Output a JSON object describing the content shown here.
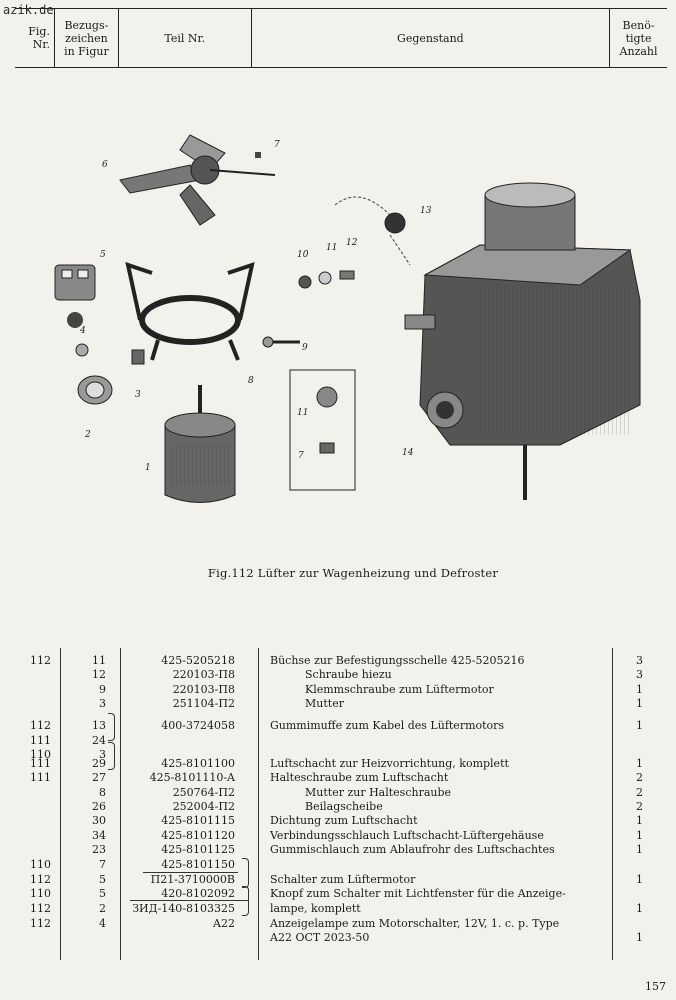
{
  "watermark": "azik.de",
  "header": {
    "fig_nr": "Fig.\nNr.",
    "bezug": "Bezugs-\nzeichen\nin Figur",
    "teil": "Teil Nr.",
    "gegenstand": "Gegenstand",
    "anzahl": "Benö-\ntigte\nAnzahl"
  },
  "figure": {
    "caption": "Fig.112  Lüfter zur Wagenheizung und Defroster",
    "callouts": [
      "1",
      "2",
      "3",
      "4",
      "5",
      "6",
      "7",
      "8",
      "9",
      "10",
      "11",
      "12",
      "13",
      "14",
      "11",
      "7"
    ]
  },
  "rows": [
    {
      "fig": "112",
      "bez": "11",
      "teil": "425-5205218",
      "gg": "Büchse zur Befestigungsschelle 425-5205216",
      "qty": "3"
    },
    {
      "fig": "",
      "bez": "12",
      "teil": "220103-П8",
      "gg": "Schraube hiezu",
      "qty": "3",
      "ind": true
    },
    {
      "fig": "",
      "bez": "9",
      "teil": "220103-П8",
      "gg": "Klemmschraube zum Lüftermotor",
      "qty": "1",
      "ind": true
    },
    {
      "fig": "",
      "bez": "3",
      "teil": "251104-П2",
      "gg": "Mutter",
      "qty": "1",
      "ind": true
    },
    {
      "fig": "112",
      "bez": "13",
      "teil": "400-3724058",
      "gg": "Gummimuffe zum Kabel des Lüftermotors",
      "qty": "1"
    },
    {
      "fig": "111",
      "bez": "24",
      "teil": "",
      "gg": "",
      "qty": ""
    },
    {
      "fig": "110",
      "bez": "3",
      "teil": "",
      "gg": "",
      "qty": ""
    },
    {
      "fig": "111",
      "bez": "29",
      "teil": "425-8101100",
      "gg": "Luftschacht zur Heizvorrichtung, komplett",
      "qty": "1"
    },
    {
      "fig": "111",
      "bez": "27",
      "teil": "425-8101110-A",
      "gg": "Halteschraube zum Luftschacht",
      "qty": "2"
    },
    {
      "fig": "",
      "bez": "8",
      "teil": "250764-П2",
      "gg": "Mutter zur Halteschraube",
      "qty": "2",
      "ind": true
    },
    {
      "fig": "",
      "bez": "26",
      "teil": "252004-П2",
      "gg": "Beilagscheibe",
      "qty": "2",
      "ind": true
    },
    {
      "fig": "",
      "bez": "30",
      "teil": "425-8101115",
      "gg": "Dichtung zum Luftschacht",
      "qty": "1"
    },
    {
      "fig": "",
      "bez": "34",
      "teil": "425-8101120",
      "gg": "Verbindungsschlauch Luftschacht-Lüftergehäuse",
      "qty": "1"
    },
    {
      "fig": "",
      "bez": "23",
      "teil": "425-8101125",
      "gg": "Gummischlauch zum Ablaufrohr des Luftschachtes",
      "qty": "1"
    },
    {
      "fig": "110",
      "bez": "7",
      "teil": "425-8101150",
      "gg": "",
      "qty": ""
    },
    {
      "fig": "112",
      "bez": "5",
      "teil": "П21-3710000В",
      "gg": "Schalter zum Lüftermotor",
      "qty": "1"
    },
    {
      "fig": "110",
      "bez": "5",
      "teil": "420-8102092",
      "gg": "Knopf zum Schalter mit Lichtfenster für die Anzeige-",
      "qty": ""
    },
    {
      "fig": "112",
      "bez": "2",
      "teil": "ЗИД-140-8103325",
      "gg": "lampe, komplett",
      "qty": "1"
    },
    {
      "fig": "112",
      "bez": "4",
      "teil": "A22",
      "gg": "Anzeigelampe zum Motorschalter, 12V, 1. c. p. Type",
      "qty": ""
    },
    {
      "fig": "",
      "bez": "",
      "teil": "",
      "gg": "A22   OCT 2023-50",
      "qty": "1"
    }
  ],
  "page_number": "157"
}
